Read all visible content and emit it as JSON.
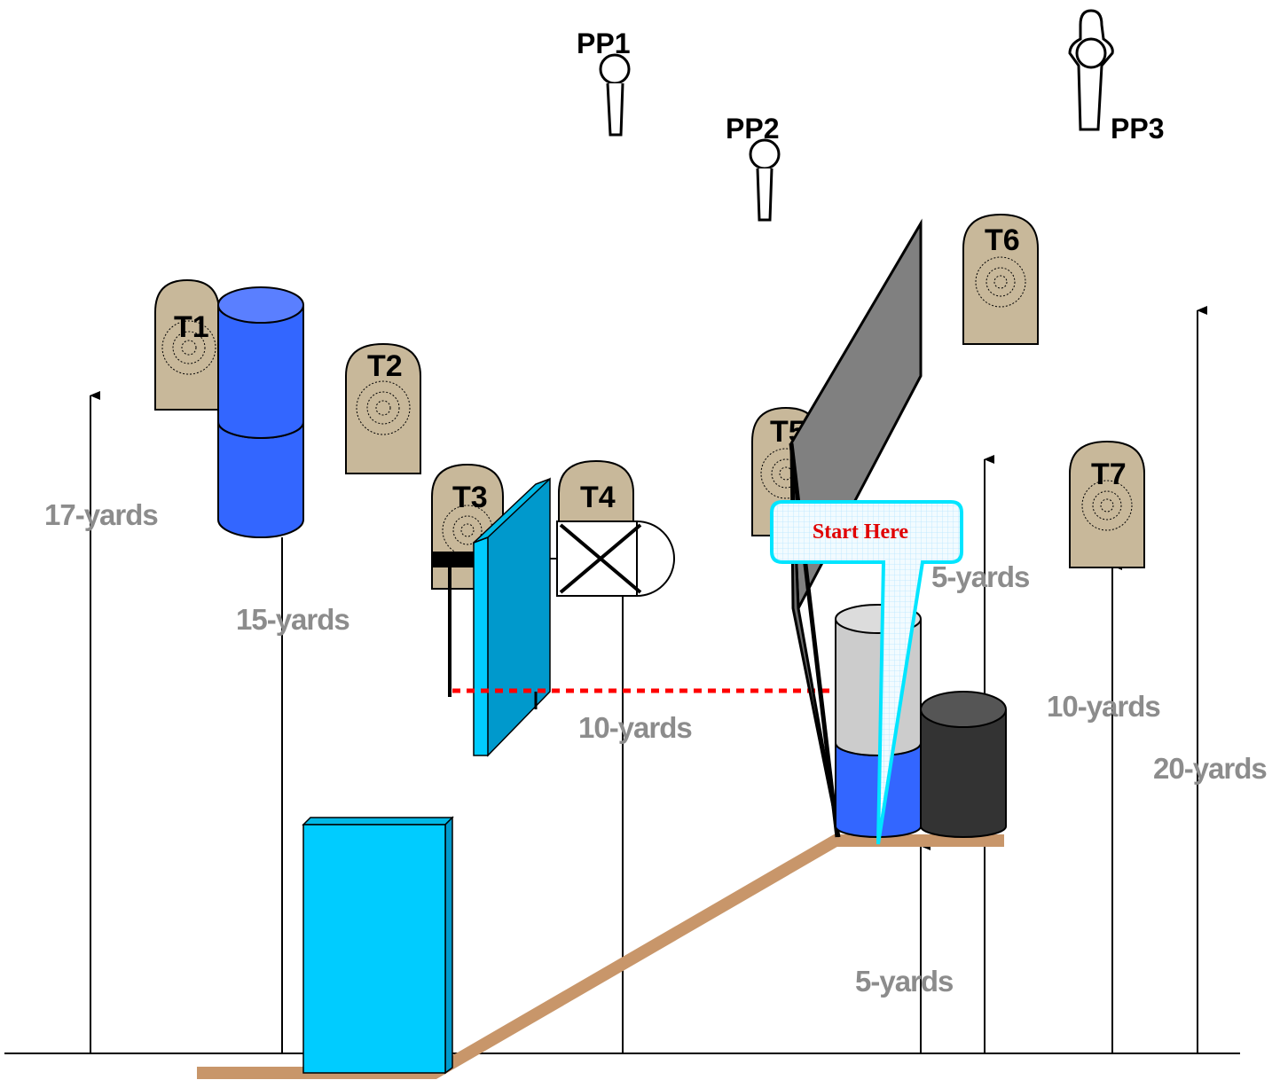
{
  "colors": {
    "target_fill": "#c8b89a",
    "barrel_blue": "#3366ff",
    "barrel_blue_top": "#5a7fff",
    "barrel_gray": "#cccccc",
    "barrel_dark": "#333333",
    "wall_cyan": "#00ccff",
    "panel_teal": "#0099cc",
    "wall_gray": "#808080",
    "fault_line": "#c8966a",
    "dotted_line": "#ff0000",
    "callout_border": "#00e5ff",
    "start_text": "#e00000",
    "distance_text": "#8c8c8c"
  },
  "props": {
    "shooting_positions": [
      "PP1",
      "PP2",
      "PP3"
    ],
    "targets": [
      "T1",
      "T2",
      "T3",
      "T4",
      "T5",
      "T6",
      "T7"
    ]
  },
  "distances": {
    "d17": "17-yards",
    "d15": "15-yards",
    "d10a": "10-yards",
    "d5a": "5-yards",
    "d10b": "10-yards",
    "d20": "20-yards",
    "d5b": "5-yards"
  },
  "callout": {
    "text": "Start Here"
  }
}
